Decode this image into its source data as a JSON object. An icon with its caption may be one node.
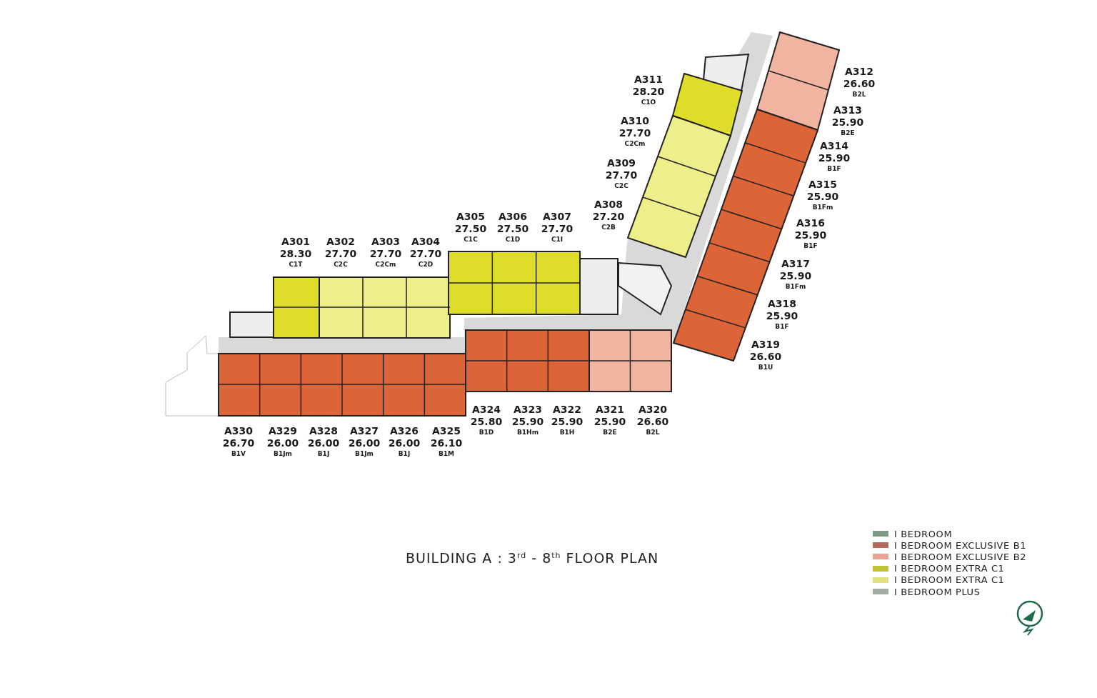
{
  "diagram": {
    "title": "BUILDING A : 3$^{rd}$ - 8$^{th}$ FLOOR PLAN",
    "labels": [
      "A301",
      "28.30",
      "C1T",
      "A302",
      "27.70",
      "C2C",
      "A303",
      "27.70",
      "C2Cm",
      "A304",
      "27.70",
      "C2D",
      "A305",
      "27.50",
      "C1C",
      "A306",
      "27.50",
      "C1D",
      "A307",
      "27.70",
      "C1I",
      "A308",
      "27.20",
      "C2B",
      "A309",
      "27.70",
      "C2C",
      "A310",
      "27.70",
      "C2Cm",
      "A311",
      "28.20",
      "C1O",
      "A312",
      "26.60",
      "B2L",
      "A313",
      "25.90",
      "B2E",
      "A314",
      "25.90",
      "B1F",
      "A315",
      "25.90",
      "B1Fm",
      "A316",
      "25.90",
      "B1F",
      "A317",
      "25.90",
      "B1Fm",
      "A318",
      "25.90",
      "B1F",
      "A319",
      "26.60",
      "B1U",
      "A320",
      "26.60",
      "B2L",
      "A321",
      "25.90",
      "B2E",
      "A322",
      "25.90",
      "B1H",
      "A323",
      "25.90",
      "B1Hm",
      "A324",
      "25.80",
      "B1D",
      "A325",
      "26.10",
      "B1M",
      "A326",
      "26.00",
      "B1J",
      "A327",
      "26.00",
      "B1Jm",
      "A328",
      "26.00",
      "B1J",
      "A329",
      "26.00",
      "B1Jm",
      "A330",
      "26.70",
      "B1V"
    ],
    "legend": [
      {
        "text": "I BEDROOM",
        "color": "#7c9a84"
      },
      {
        "text": "I BEDROOM EXCLUSIVE B1",
        "color": "#b0695a"
      },
      {
        "text": "I BEDROOM EXCLUSIVE B2",
        "color": "#e6a595"
      },
      {
        "text": "I BEDROOM EXTRA C1",
        "color": "#c3c236"
      },
      {
        "text": "I BEDROOM EXTRA C1",
        "color": "#e2e180"
      },
      {
        "text": "I BEDROOM PLUS",
        "color": "#a3aca3"
      }
    ]
  }
}
